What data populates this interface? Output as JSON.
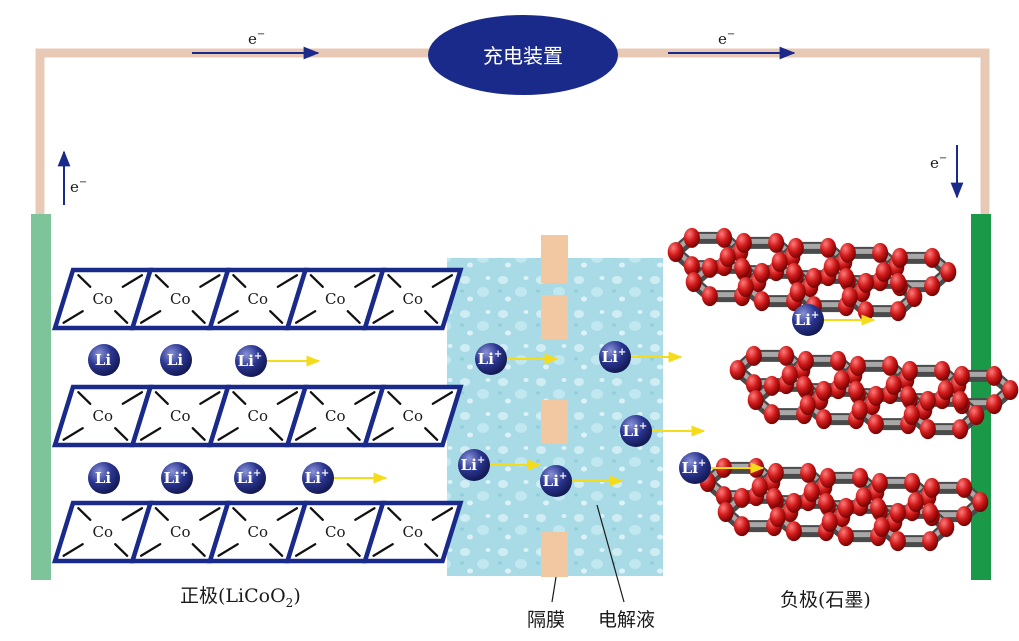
{
  "charger": {
    "label": "充电装置"
  },
  "electron": {
    "symbol": "e",
    "charge": "−"
  },
  "cathode": {
    "label": "正极(LiCoO",
    "sub": "2",
    "label_end": ")"
  },
  "anode": {
    "label": "负极(石墨)"
  },
  "separator": {
    "label": "隔膜"
  },
  "electrolyte": {
    "label": "电解液"
  },
  "ion": {
    "symbol": "Li",
    "charge": "+"
  },
  "cobalt": {
    "symbol": "Co"
  },
  "colors": {
    "wire": "#e8c9b5",
    "charger_fill": "#1a2a8a",
    "electrode_cathode": "#7ec49a",
    "electrode_anode": "#1a9a48",
    "lattice": "#1a2a8a",
    "electrolyte": "#a8dbe6",
    "separator": "#f2c8a2",
    "ion": "#2a3590",
    "arrow": "#f4dc1a",
    "electron_arrow": "#1a2a8a",
    "graphite_node": "#c41a1a",
    "graphite_bond": "#8a8a8a"
  }
}
